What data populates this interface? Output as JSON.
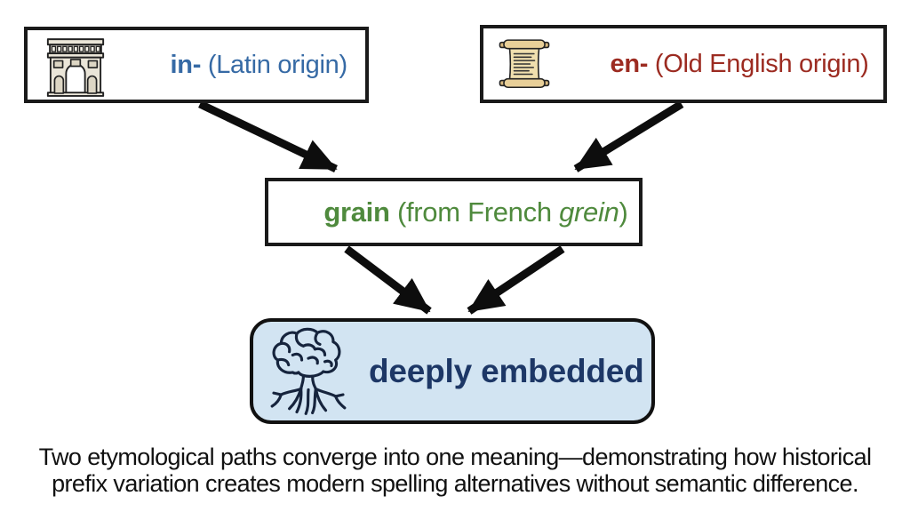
{
  "diagram": {
    "nodes": {
      "latin": {
        "prefix": "in-",
        "label": " (Latin origin)",
        "icon": "arch-icon",
        "text_color": "#366aa5"
      },
      "english": {
        "prefix": "en-",
        "label": " (Old English origin)",
        "icon": "scroll-icon",
        "text_color": "#9c2b21"
      },
      "grain": {
        "word": "grain",
        "label_pre": " (from French ",
        "label_italic": "grein",
        "label_post": ")",
        "text_color": "#4f8a3d"
      },
      "embedded": {
        "label": "deeply embedded",
        "icon": "brain-roots-icon",
        "text_color": "#1d3766",
        "fill_color": "#d2e4f2"
      }
    },
    "arrows": [
      {
        "from": "latin",
        "to": "grain"
      },
      {
        "from": "english",
        "to": "grain"
      },
      {
        "from": "grain",
        "to": "embedded"
      },
      {
        "from": "grain",
        "to": "embedded"
      }
    ],
    "border_color": "#1a1a1a",
    "arrow_color": "#0d0d0d",
    "background_color": "#ffffff"
  },
  "caption": {
    "line1": "Two etymological paths converge into one meaning—demonstrating how historical",
    "line2": "prefix variation creates modern spelling alternatives without semantic difference.",
    "text_color": "#111111"
  }
}
